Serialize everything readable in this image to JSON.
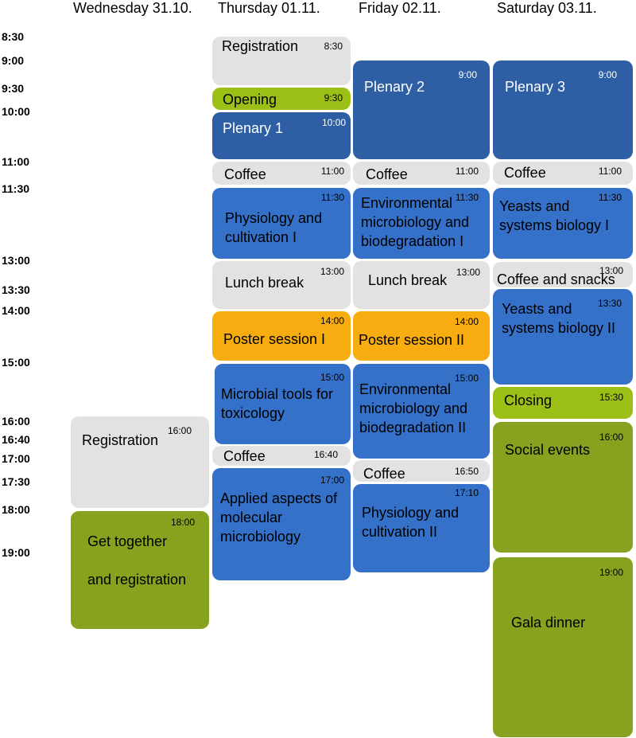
{
  "days": [
    "Wednesday 31.10.",
    "Thursday 01.11.",
    "Friday 02.11.",
    "Saturday 03.11."
  ],
  "times": [
    "8:30",
    "9:00",
    "9:30",
    "10:00",
    "11:00",
    "11:30",
    "13:00",
    "13:30",
    "14:00",
    "15:00",
    "16:00",
    "16:40",
    "17:00",
    "17:30",
    "18:00",
    "19:00"
  ],
  "events": {
    "wed": [
      {
        "time": "16:00",
        "label": "Registration"
      },
      {
        "time": "18:00",
        "label": "Get together\n\nand registration"
      }
    ],
    "thu": [
      {
        "time": "8:30",
        "label": "Registration"
      },
      {
        "time": "9:30",
        "label": "Opening"
      },
      {
        "time": "10:00",
        "label": "Plenary 1"
      },
      {
        "time": "11:00",
        "label": "Coffee"
      },
      {
        "time": "11:30",
        "label": "Physiology and\ncultivation I"
      },
      {
        "time": "13:00",
        "label": "Lunch break"
      },
      {
        "time": "14:00",
        "label": "Poster session I"
      },
      {
        "time": "15:00",
        "label": "Microbial tools for\ntoxicology"
      },
      {
        "time": "16:40",
        "label": "Coffee"
      },
      {
        "time": "17:00",
        "label": "Applied aspects of\nmolecular\nmicrobiology"
      }
    ],
    "fri": [
      {
        "time": "9:00",
        "label": "Plenary 2"
      },
      {
        "time": "11:00",
        "label": "Coffee"
      },
      {
        "time": "11:30",
        "label": "Environmental\nmicrobiology and\nbiodegradation I"
      },
      {
        "time": "13:00",
        "label": "Lunch break"
      },
      {
        "time": "14:00",
        "label": "Poster session II"
      },
      {
        "time": "15:00",
        "label": "Environmental\nmicrobiology and\nbiodegradation II"
      },
      {
        "time": "16:50",
        "label": "Coffee"
      },
      {
        "time": "17:10",
        "label": "Physiology and\ncultivation II"
      }
    ],
    "sat": [
      {
        "time": "9:00",
        "label": "Plenary 3"
      },
      {
        "time": "11:00",
        "label": "Coffee"
      },
      {
        "time": "11:30",
        "label": "Yeasts and\nsystems biology I"
      },
      {
        "time": "13:00",
        "label": "Coffee and snacks"
      },
      {
        "time": "13:30",
        "label": "Yeasts and\nsystems biology II"
      },
      {
        "time": "15:30",
        "label": "Closing"
      },
      {
        "time": "16:00",
        "label": "Social events"
      },
      {
        "time": "19:00",
        "label": "Gala dinner"
      }
    ]
  }
}
